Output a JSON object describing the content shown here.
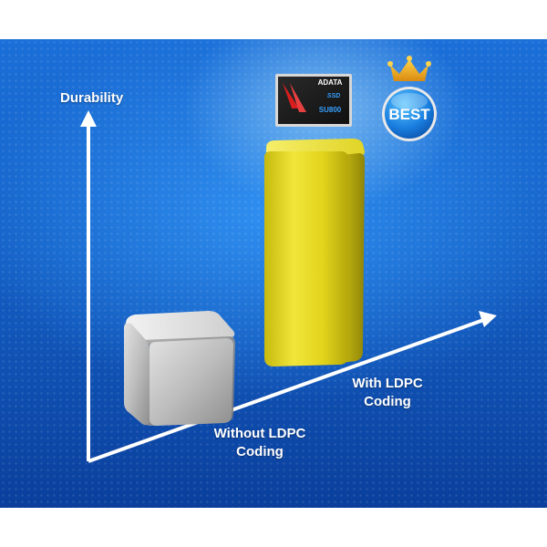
{
  "axis": {
    "y_label": "Durability"
  },
  "categories": {
    "without": "Without LDPC\nCoding",
    "with": "With LDPC\nCoding"
  },
  "product": {
    "brand": "ADATA",
    "type": "SSD",
    "model": "SU800"
  },
  "badge": {
    "text": "BEST"
  },
  "colors": {
    "background": "#1464c8",
    "bar_yellow": "#e8dc1c",
    "cube_silver": "#b0b0b0",
    "badge_blue": "#1a7fe0",
    "crown_gold": "#f0b020"
  }
}
